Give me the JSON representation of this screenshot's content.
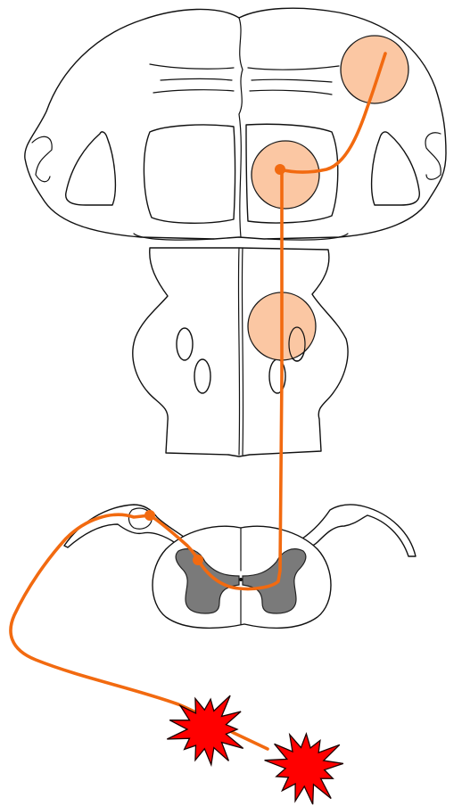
{
  "colors": {
    "pathway": "#f26a10",
    "nucleus_fill": "#fbc7a3",
    "grey_matter": "#7a7a7a",
    "stimulus": "#ff0000",
    "outline": "#111111",
    "background": "#ffffff"
  },
  "structures": [
    {
      "id": "brain-section",
      "shape": "coronal-section"
    },
    {
      "id": "brainstem-section",
      "shape": "transverse-section"
    },
    {
      "id": "spinal-cord-section",
      "shape": "transverse-section"
    },
    {
      "id": "stimulus",
      "shape": "starburst",
      "count": 2
    }
  ]
}
